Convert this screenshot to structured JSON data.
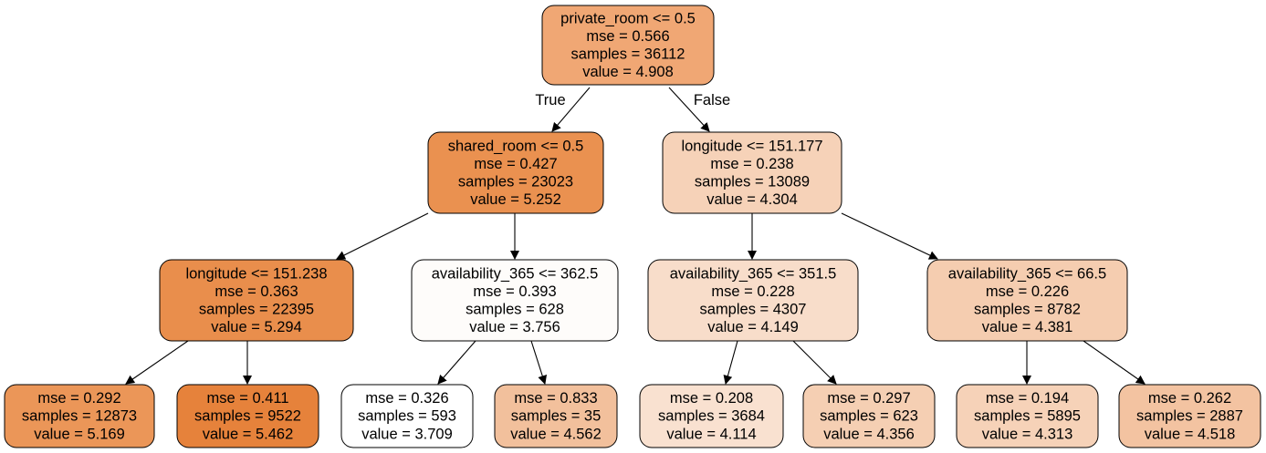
{
  "tree": {
    "nodes": [
      {
        "id": "n0",
        "lines": [
          "private_room <= 0.5",
          "mse = 0.566",
          "samples = 36112",
          "value = 4.908"
        ],
        "fill": "#f0a774"
      },
      {
        "id": "n1",
        "lines": [
          "shared_room <= 0.5",
          "mse = 0.427",
          "samples = 23023",
          "value = 5.252"
        ],
        "fill": "#ea9150"
      },
      {
        "id": "n2",
        "lines": [
          "longitude <= 151.177",
          "mse = 0.238",
          "samples = 13089",
          "value = 4.304"
        ],
        "fill": "#f6d2b8"
      },
      {
        "id": "n3",
        "lines": [
          "longitude <= 151.238",
          "mse = 0.363",
          "samples = 22395",
          "value = 5.294"
        ],
        "fill": "#e98e4c"
      },
      {
        "id": "n4",
        "lines": [
          "availability_365 <= 362.5",
          "mse = 0.393",
          "samples = 628",
          "value = 3.756"
        ],
        "fill": "#fefcfa"
      },
      {
        "id": "n5",
        "lines": [
          "availability_365 <= 351.5",
          "mse = 0.228",
          "samples = 4307",
          "value = 4.149"
        ],
        "fill": "#f8ddca"
      },
      {
        "id": "n6",
        "lines": [
          "availability_365 <= 66.5",
          "mse = 0.226",
          "samples = 8782",
          "value = 4.381"
        ],
        "fill": "#f5cdb0"
      },
      {
        "id": "n7",
        "lines": [
          "mse = 0.292",
          "samples = 12873",
          "value = 5.169"
        ],
        "fill": "#eb9658"
      },
      {
        "id": "n8",
        "lines": [
          "mse = 0.411",
          "samples = 9522",
          "value = 5.462"
        ],
        "fill": "#e6823b"
      },
      {
        "id": "n9",
        "lines": [
          "mse = 0.326",
          "samples = 593",
          "value = 3.709"
        ],
        "fill": "#ffffff"
      },
      {
        "id": "n10",
        "lines": [
          "mse = 0.833",
          "samples = 35",
          "value = 4.562"
        ],
        "fill": "#f2c09c"
      },
      {
        "id": "n11",
        "lines": [
          "mse = 0.208",
          "samples = 3684",
          "value = 4.114"
        ],
        "fill": "#f9e1d0"
      },
      {
        "id": "n12",
        "lines": [
          "mse = 0.297",
          "samples = 623",
          "value = 4.356"
        ],
        "fill": "#f5cfb3"
      },
      {
        "id": "n13",
        "lines": [
          "mse = 0.194",
          "samples = 5895",
          "value = 4.313"
        ],
        "fill": "#f6d2b8"
      },
      {
        "id": "n14",
        "lines": [
          "mse = 0.262",
          "samples = 2887",
          "value = 4.518"
        ],
        "fill": "#f3c3a1"
      }
    ],
    "edges": [
      {
        "from": "n0",
        "to": "n1",
        "label": "True"
      },
      {
        "from": "n0",
        "to": "n2",
        "label": "False"
      },
      {
        "from": "n1",
        "to": "n3",
        "label": ""
      },
      {
        "from": "n1",
        "to": "n4",
        "label": ""
      },
      {
        "from": "n2",
        "to": "n5",
        "label": ""
      },
      {
        "from": "n2",
        "to": "n6",
        "label": ""
      },
      {
        "from": "n3",
        "to": "n7",
        "label": ""
      },
      {
        "from": "n3",
        "to": "n8",
        "label": ""
      },
      {
        "from": "n4",
        "to": "n9",
        "label": ""
      },
      {
        "from": "n4",
        "to": "n10",
        "label": ""
      },
      {
        "from": "n5",
        "to": "n11",
        "label": ""
      },
      {
        "from": "n5",
        "to": "n12",
        "label": ""
      },
      {
        "from": "n6",
        "to": "n13",
        "label": ""
      },
      {
        "from": "n6",
        "to": "n14",
        "label": ""
      }
    ]
  }
}
